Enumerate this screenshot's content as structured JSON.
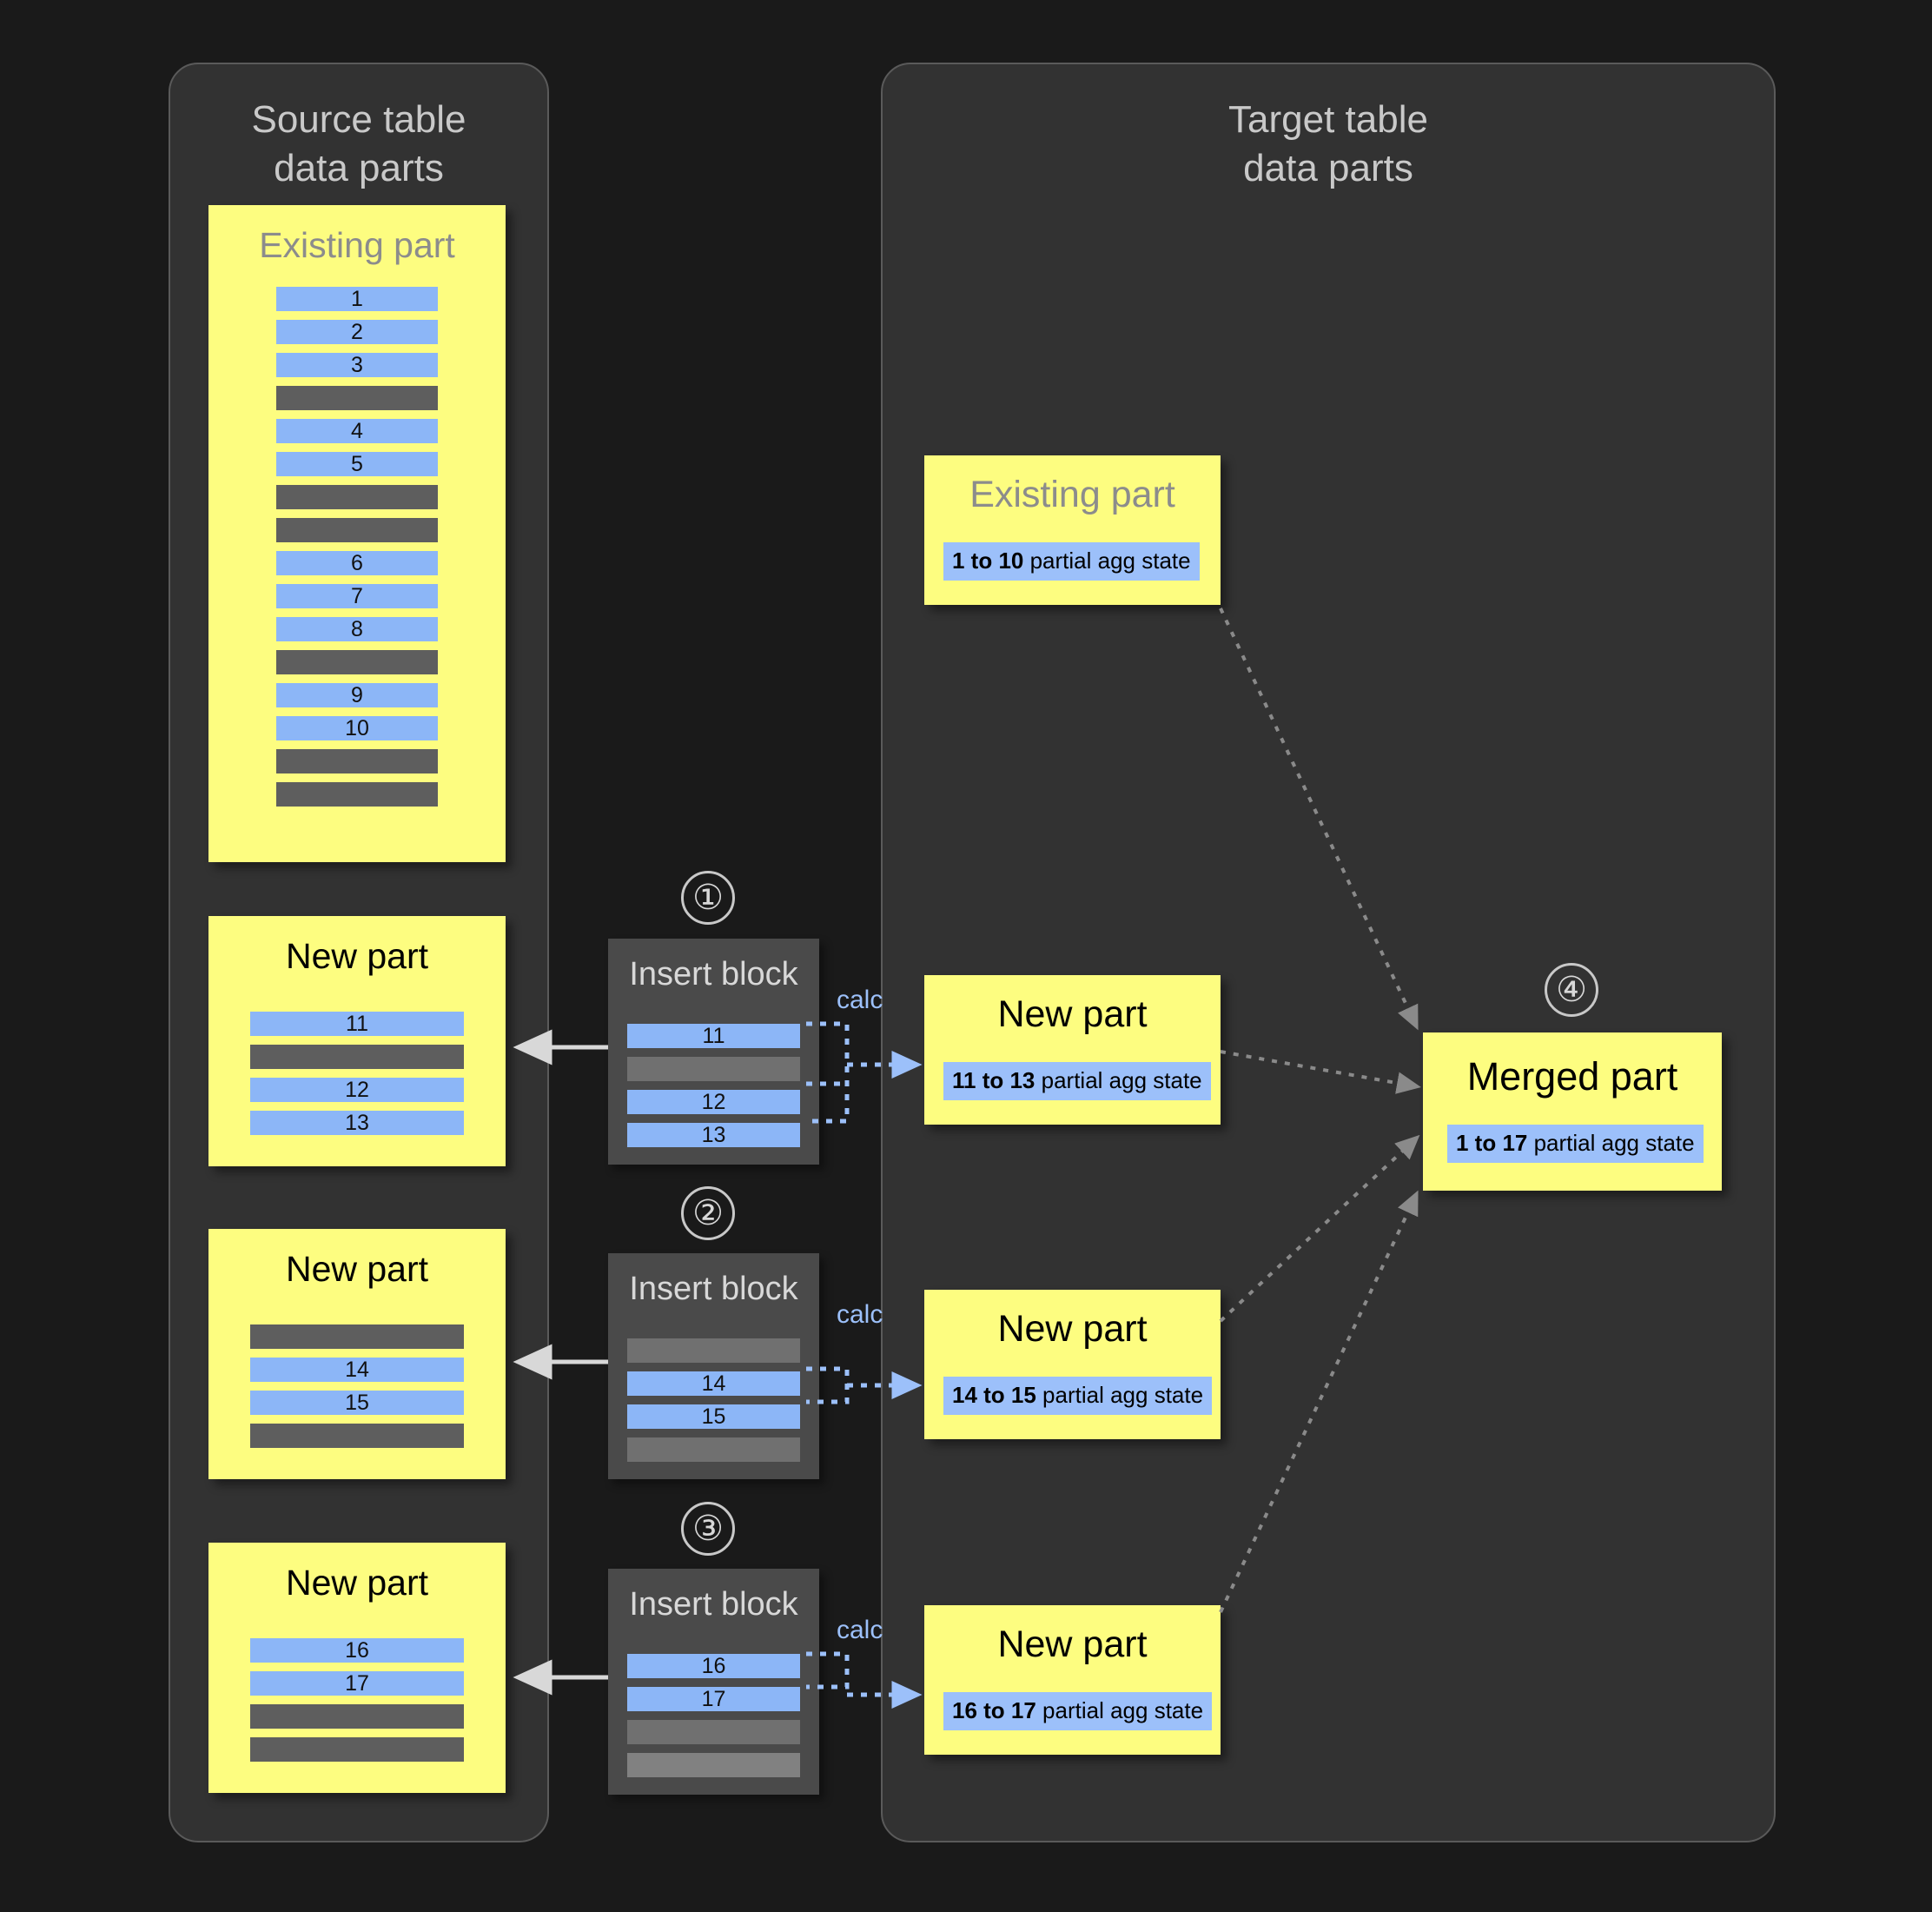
{
  "background_color": "#1a1a1a",
  "colors": {
    "panel": "#323232",
    "panel_border": "#5a5a5a",
    "part_yellow": "#fdfd80",
    "row_blue": "#8cb6f7",
    "row_gray": "#5e5e5e",
    "insert_block": "#4a4a4a",
    "chip_blue": "#9cc0fa",
    "calc_text": "#9cc0fa",
    "arrow_white": "#d8d8d8",
    "arrow_dotted": "#8a8a8a",
    "title_text": "#c9c9c9",
    "muted_title": "#8c8c8c"
  },
  "source_panel": {
    "title": "Source table\ndata parts",
    "parts": [
      {
        "name": "existing-part",
        "title": "Existing part",
        "title_muted": true,
        "rows": [
          {
            "type": "blue",
            "label": "1"
          },
          {
            "type": "blue",
            "label": "2"
          },
          {
            "type": "blue",
            "label": "3"
          },
          {
            "type": "gray",
            "label": ""
          },
          {
            "type": "blue",
            "label": "4"
          },
          {
            "type": "blue",
            "label": "5"
          },
          {
            "type": "gray",
            "label": ""
          },
          {
            "type": "gray",
            "label": ""
          },
          {
            "type": "blue",
            "label": "6"
          },
          {
            "type": "blue",
            "label": "7"
          },
          {
            "type": "blue",
            "label": "8"
          },
          {
            "type": "gray",
            "label": ""
          },
          {
            "type": "blue",
            "label": "9"
          },
          {
            "type": "blue",
            "label": "10"
          },
          {
            "type": "gray",
            "label": ""
          },
          {
            "type": "gray",
            "label": ""
          }
        ]
      },
      {
        "name": "new-part-11-13",
        "title": "New part",
        "title_muted": false,
        "rows": [
          {
            "type": "blue",
            "label": "11"
          },
          {
            "type": "gray",
            "label": ""
          },
          {
            "type": "blue",
            "label": "12"
          },
          {
            "type": "blue",
            "label": "13"
          }
        ]
      },
      {
        "name": "new-part-14-15",
        "title": "New part",
        "title_muted": false,
        "rows": [
          {
            "type": "gray",
            "label": ""
          },
          {
            "type": "blue",
            "label": "14"
          },
          {
            "type": "blue",
            "label": "15"
          },
          {
            "type": "gray",
            "label": ""
          }
        ]
      },
      {
        "name": "new-part-16-17",
        "title": "New part",
        "title_muted": false,
        "rows": [
          {
            "type": "blue",
            "label": "16"
          },
          {
            "type": "blue",
            "label": "17"
          },
          {
            "type": "gray",
            "label": ""
          },
          {
            "type": "gray",
            "label": ""
          }
        ]
      }
    ]
  },
  "insert_blocks": [
    {
      "name": "insert-block-1",
      "step": "①",
      "title": "Insert block",
      "calc_label": "calc",
      "rows": [
        {
          "type": "blue",
          "label": "11"
        },
        {
          "type": "gray2",
          "label": ""
        },
        {
          "type": "blue",
          "label": "12"
        },
        {
          "type": "blue",
          "label": "13"
        }
      ]
    },
    {
      "name": "insert-block-2",
      "step": "②",
      "title": "Insert block",
      "calc_label": "calc",
      "rows": [
        {
          "type": "gray2",
          "label": ""
        },
        {
          "type": "blue",
          "label": "14"
        },
        {
          "type": "blue",
          "label": "15"
        },
        {
          "type": "gray2",
          "label": ""
        }
      ]
    },
    {
      "name": "insert-block-3",
      "step": "③",
      "title": "Insert block",
      "calc_label": "calc",
      "rows": [
        {
          "type": "blue",
          "label": "16"
        },
        {
          "type": "blue",
          "label": "17"
        },
        {
          "type": "gray2",
          "label": ""
        },
        {
          "type": "gray3",
          "label": ""
        }
      ]
    }
  ],
  "target_panel": {
    "title": "Target table\ndata parts",
    "parts": [
      {
        "name": "target-existing-part",
        "title": "Existing part",
        "title_muted": true,
        "chip_range": "1 to 10",
        "chip_suffix": " partial agg state"
      },
      {
        "name": "target-new-part-11-13",
        "title": "New part",
        "title_muted": false,
        "chip_range": "11 to 13",
        "chip_suffix": " partial agg state"
      },
      {
        "name": "target-new-part-14-15",
        "title": "New part",
        "title_muted": false,
        "chip_range": "14 to 15",
        "chip_suffix": " partial agg state"
      },
      {
        "name": "target-new-part-16-17",
        "title": "New part",
        "title_muted": false,
        "chip_range": "16 to 17",
        "chip_suffix": " partial agg state"
      }
    ],
    "merged_part": {
      "name": "merged-part",
      "step": "④",
      "title": "Merged part",
      "chip_range": "1 to 17",
      "chip_suffix": " partial agg state"
    }
  }
}
